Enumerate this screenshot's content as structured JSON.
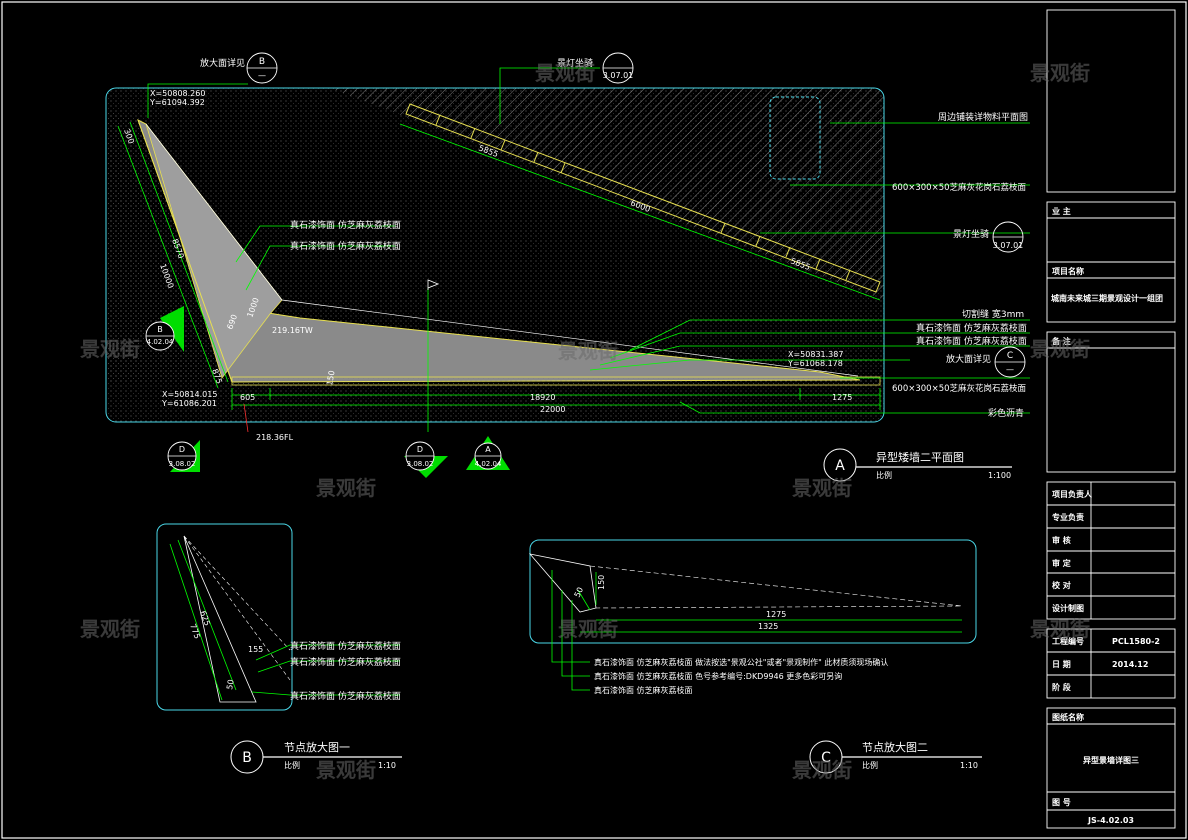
{
  "watermark": "景观街",
  "colors": {
    "background": "#000000",
    "frame": "#ffffff",
    "panel_border": "#4ad7e8",
    "leader": "#00ff00",
    "wall_fill": "#8a8a8a",
    "accent_yellow": "#e8e050",
    "hatch": "#bbbbbb"
  },
  "plan_a": {
    "callout_b": {
      "label": "放大面详见",
      "letter": "B",
      "sheet": "—"
    },
    "callout_c": {
      "label": "放大面详见",
      "letter": "C",
      "sheet": "—"
    },
    "coord_top_left": {
      "x": "X=50808.260",
      "y": "Y=61094.392"
    },
    "coord_bottom_left": {
      "x": "X=50814.015",
      "y": "Y=61086.201"
    },
    "coord_right": {
      "x": "X=50831.387",
      "y": "Y=61068.178"
    },
    "notes": {
      "paver_mark_top": "景灯坐骑",
      "paver_mark_right": "景灯坐骑",
      "paver_ref": "3.07.01",
      "surround_paving": "周边铺装详物料平面图",
      "granite_paver_top": "600×300×50芝麻灰花岗石荔枝面",
      "stone_1": "真石漆饰面 仿芝麻灰荔枝面",
      "stone_2": "真石漆饰面 仿芝麻灰荔枝面",
      "cut_line": "切割缝 宽3mm",
      "stone_3": "真石漆饰面 仿芝麻灰荔枝面",
      "stone_4": "真石漆饰面 仿芝麻灰荔枝面",
      "granite_paver_bottom": "600×300×50芝麻灰花岗石荔枝面",
      "color_asphalt": "彩色沥青"
    },
    "elevations": {
      "top_wall": "219.16TW",
      "finish_level": "218.36FL"
    },
    "dims": {
      "d605": "605",
      "d18920": "18920",
      "d1275": "1275",
      "d22000": "22000",
      "d5855a": "5855",
      "d6000": "6000",
      "d5855b": "5855",
      "d875": "875",
      "d300": "300",
      "d8570": "8570",
      "d10000": "10000",
      "d690": "690",
      "d1000": "1000",
      "d150": "150"
    },
    "section_marks": [
      {
        "letter": "B",
        "sheet": "4.02.04"
      },
      {
        "letter": "D",
        "sheet": "3.08.02"
      },
      {
        "letter": "D",
        "sheet": "3.08.02"
      },
      {
        "letter": "A",
        "sheet": "4.02.04"
      }
    ]
  },
  "title_a": {
    "letter": "A",
    "title": "异型矮墙二平面图",
    "scale_label": "比例",
    "scale": "1:100"
  },
  "detail_b": {
    "notes": [
      "真石漆饰面 仿芝麻灰荔枝面",
      "真石漆饰面 仿芝麻灰荔枝面",
      "真石漆饰面 仿芝麻灰荔枝面"
    ],
    "dims": {
      "d625": "625",
      "d775": "775",
      "d155": "155",
      "d50": "50"
    },
    "title": {
      "letter": "B",
      "title": "节点放大图一",
      "scale_label": "比例",
      "scale": "1:10"
    }
  },
  "detail_c": {
    "notes": [
      "真石漆饰面 仿芝麻灰荔枝面 做法按选\"景观公社\"或者\"景观制作\" 此材质须现场确认",
      "真石漆饰面 仿芝麻灰荔枝面 色号参考编号:DKD9946 更多色彩可另询",
      "真石漆饰面 仿芝麻灰荔枝面"
    ],
    "dims": {
      "d150": "150",
      "d50": "50",
      "d1275": "1275",
      "d1325": "1325"
    },
    "title": {
      "letter": "C",
      "title": "节点放大图二",
      "scale_label": "比例",
      "scale": "1:10"
    }
  },
  "title_block": {
    "owner_label": "业 主",
    "project_label": "项目名称",
    "project_name": "城南未来城三期景观设计一组团",
    "remark_label": "备 注",
    "people": [
      "项目负责人",
      "专业负责",
      "审 核",
      "审 定",
      "校 对",
      "设计制图"
    ],
    "project_no_label": "工程编号",
    "project_no": "PCL1580-2",
    "date_label": "日 期",
    "date": "2014.12",
    "stage_label": "阶 段",
    "drawing_name_label": "图纸名称",
    "drawing_name": "异型景墙详图三",
    "drawing_no_label": "图 号",
    "drawing_no": "JS-4.02.03"
  }
}
